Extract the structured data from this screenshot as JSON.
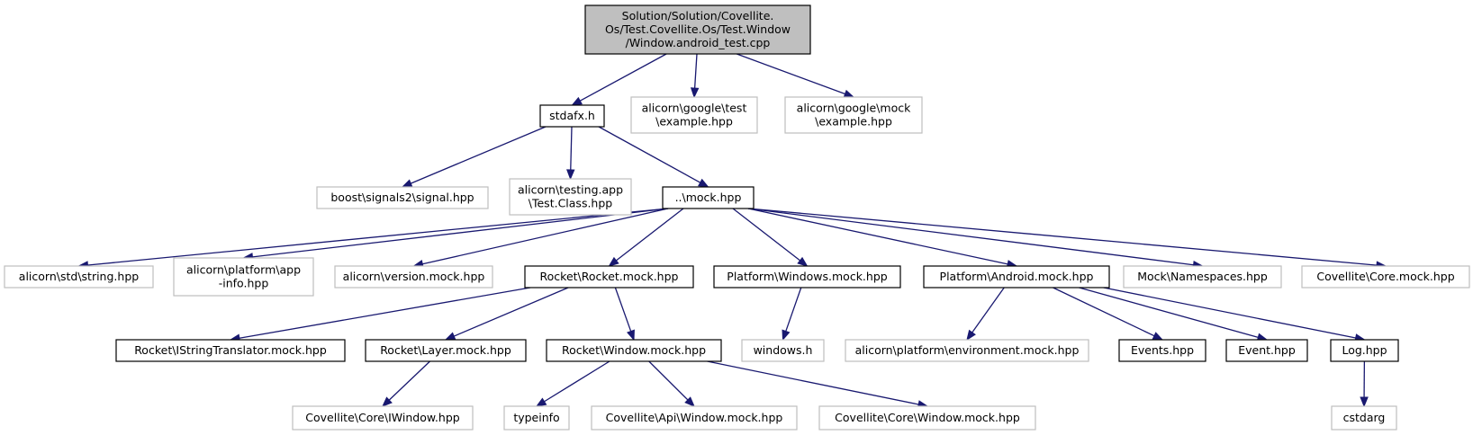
{
  "diagram": {
    "nodes": [
      {
        "id": "root",
        "lines": [
          "Solution/Solution/Covellite.",
          "Os/Test.Covellite.Os/Test.Window",
          "/Window.android_test.cpp"
        ],
        "style": "root"
      },
      {
        "id": "stdafx",
        "lines": [
          "stdafx.h"
        ],
        "style": "solid"
      },
      {
        "id": "gtest",
        "lines": [
          "alicorn\\google\\test",
          "\\example.hpp"
        ],
        "style": "gray"
      },
      {
        "id": "gmock",
        "lines": [
          "alicorn\\google\\mock",
          "\\example.hpp"
        ],
        "style": "gray"
      },
      {
        "id": "signal",
        "lines": [
          "boost\\signals2\\signal.hpp"
        ],
        "style": "gray"
      },
      {
        "id": "testclass",
        "lines": [
          "alicorn\\testing.app",
          "\\Test.Class.hpp"
        ],
        "style": "gray"
      },
      {
        "id": "mock",
        "lines": [
          "..\\mock.hpp"
        ],
        "style": "solid"
      },
      {
        "id": "string",
        "lines": [
          "alicorn\\std\\string.hpp"
        ],
        "style": "gray"
      },
      {
        "id": "appinfo",
        "lines": [
          "alicorn\\platform\\app",
          "-info.hpp"
        ],
        "style": "gray"
      },
      {
        "id": "version",
        "lines": [
          "alicorn\\version.mock.hpp"
        ],
        "style": "gray"
      },
      {
        "id": "rocket",
        "lines": [
          "Rocket\\Rocket.mock.hpp"
        ],
        "style": "solid"
      },
      {
        "id": "winmock",
        "lines": [
          "Platform\\Windows.mock.hpp"
        ],
        "style": "solid"
      },
      {
        "id": "android",
        "lines": [
          "Platform\\Android.mock.hpp"
        ],
        "style": "solid"
      },
      {
        "id": "namespaces",
        "lines": [
          "Mock\\Namespaces.hpp"
        ],
        "style": "gray"
      },
      {
        "id": "coremock",
        "lines": [
          "Covellite\\Core.mock.hpp"
        ],
        "style": "gray"
      },
      {
        "id": "istring",
        "lines": [
          "Rocket\\IStringTranslator.mock.hpp"
        ],
        "style": "solid"
      },
      {
        "id": "layer",
        "lines": [
          "Rocket\\Layer.mock.hpp"
        ],
        "style": "solid"
      },
      {
        "id": "rwindow",
        "lines": [
          "Rocket\\Window.mock.hpp"
        ],
        "style": "solid"
      },
      {
        "id": "windowsh",
        "lines": [
          "windows.h"
        ],
        "style": "gray"
      },
      {
        "id": "envmock",
        "lines": [
          "alicorn\\platform\\environment.mock.hpp"
        ],
        "style": "gray"
      },
      {
        "id": "events",
        "lines": [
          "Events.hpp"
        ],
        "style": "solid"
      },
      {
        "id": "event",
        "lines": [
          "Event.hpp"
        ],
        "style": "solid"
      },
      {
        "id": "log",
        "lines": [
          "Log.hpp"
        ],
        "style": "solid"
      },
      {
        "id": "iwindow",
        "lines": [
          "Covellite\\Core\\IWindow.hpp"
        ],
        "style": "gray"
      },
      {
        "id": "typeinfo",
        "lines": [
          "typeinfo"
        ],
        "style": "gray"
      },
      {
        "id": "apiwindow",
        "lines": [
          "Covellite\\Api\\Window.mock.hpp"
        ],
        "style": "gray"
      },
      {
        "id": "corewindow",
        "lines": [
          "Covellite\\Core\\Window.mock.hpp"
        ],
        "style": "gray"
      },
      {
        "id": "cstdarg",
        "lines": [
          "cstdarg"
        ],
        "style": "gray"
      }
    ],
    "edges": [
      [
        "root",
        "stdafx"
      ],
      [
        "root",
        "gtest"
      ],
      [
        "root",
        "gmock"
      ],
      [
        "stdafx",
        "signal"
      ],
      [
        "stdafx",
        "testclass"
      ],
      [
        "stdafx",
        "mock"
      ],
      [
        "mock",
        "string"
      ],
      [
        "mock",
        "appinfo"
      ],
      [
        "mock",
        "version"
      ],
      [
        "mock",
        "rocket"
      ],
      [
        "mock",
        "winmock"
      ],
      [
        "mock",
        "android"
      ],
      [
        "mock",
        "namespaces"
      ],
      [
        "mock",
        "coremock"
      ],
      [
        "rocket",
        "istring"
      ],
      [
        "rocket",
        "layer"
      ],
      [
        "rocket",
        "rwindow"
      ],
      [
        "winmock",
        "windowsh"
      ],
      [
        "android",
        "envmock"
      ],
      [
        "android",
        "events"
      ],
      [
        "android",
        "event"
      ],
      [
        "android",
        "log"
      ],
      [
        "layer",
        "iwindow"
      ],
      [
        "rwindow",
        "typeinfo"
      ],
      [
        "rwindow",
        "apiwindow"
      ],
      [
        "rwindow",
        "corewindow"
      ],
      [
        "log",
        "cstdarg"
      ]
    ],
    "colors": {
      "edge": "#191970",
      "root_fill": "#bfbfbf",
      "gray_border": "#bfbfbf",
      "solid_border": "#000000"
    }
  }
}
